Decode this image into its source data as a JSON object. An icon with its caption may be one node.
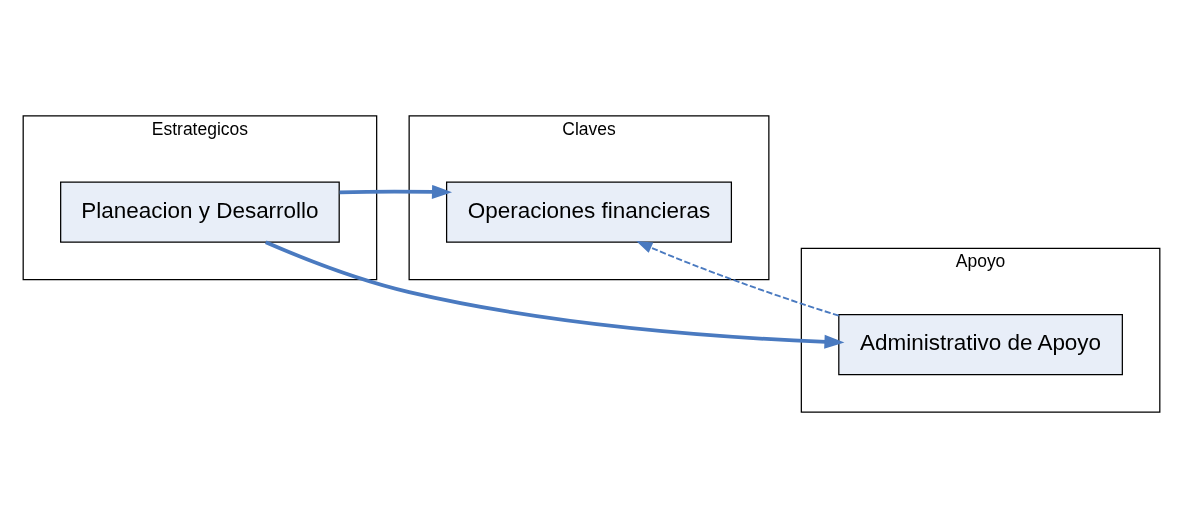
{
  "diagram": {
    "nodes": [
      {
        "text": [
          "Estrategicos"
        ]
      },
      {
        "text": [
          "Claves"
        ]
      },
      {
        "text": [
          "Apoyo"
        ]
      },
      {
        "text": [
          "Planeacion y Desarrollo"
        ],
        "in": 0
      },
      {
        "text": [
          "Operaciones financieras"
        ],
        "in": 1
      },
      {
        "text": [
          "Administrativo de Apoyo"
        ],
        "in": 2
      }
    ],
    "edges": [
      {
        "from": 3,
        "to": 4,
        "arrow": "to"
      },
      {
        "from": 3,
        "to": 5,
        "arrow": "to"
      },
      {
        "from": 5,
        "to": 4,
        "arrow": "to",
        "style": "dashed"
      }
    ]
  }
}
